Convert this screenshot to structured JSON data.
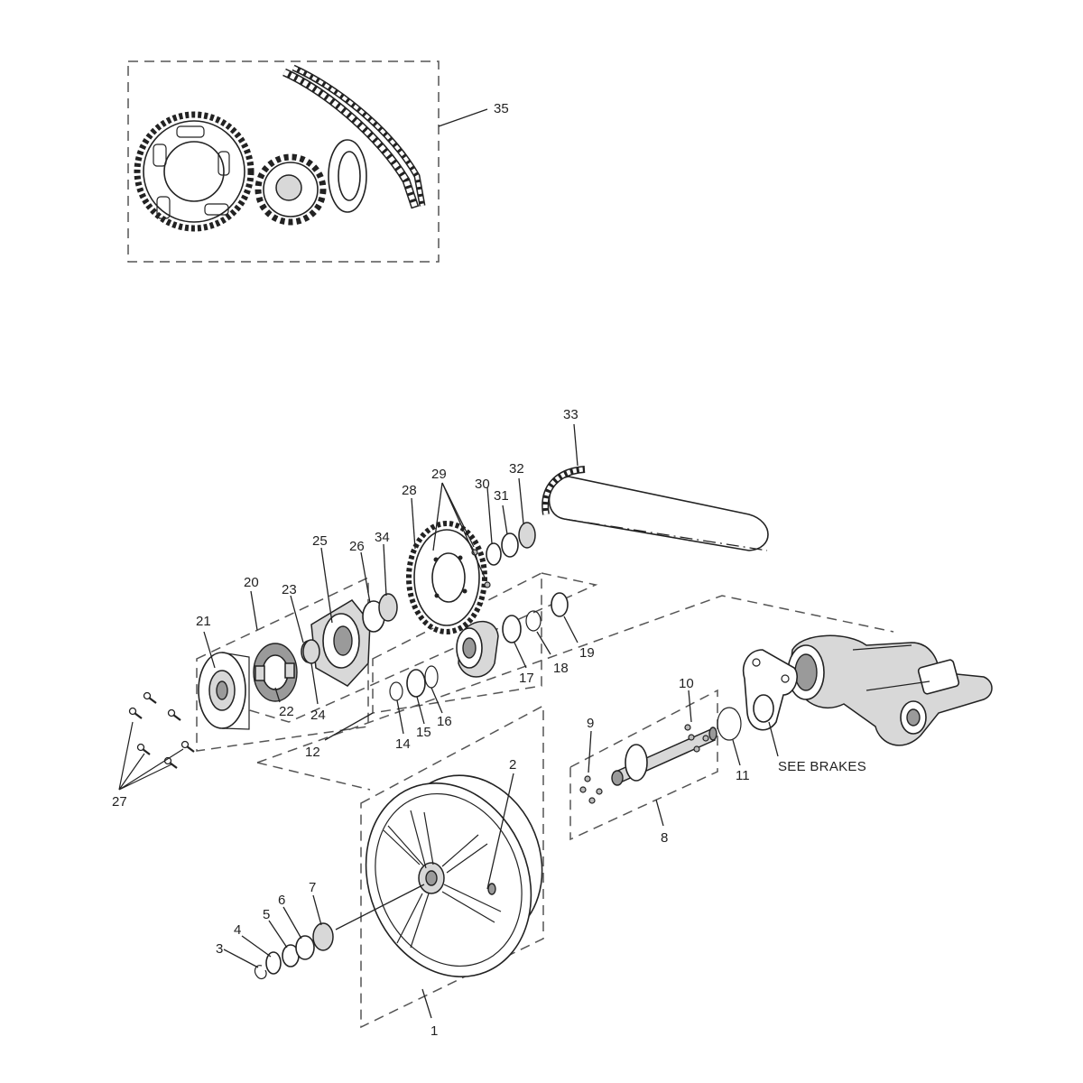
{
  "labels": {
    "l1": "1",
    "l2": "2",
    "l3": "3",
    "l4": "4",
    "l5": "5",
    "l6": "6",
    "l7": "7",
    "l8": "8",
    "l9": "9",
    "l10": "10",
    "l11": "11",
    "l12": "12",
    "l14": "14",
    "l15": "15",
    "l16": "16",
    "l17": "17",
    "l18": "18",
    "l19": "19",
    "l20": "20",
    "l21": "21",
    "l22": "22",
    "l23": "23",
    "l24": "24",
    "l25": "25",
    "l26": "26",
    "l27": "27",
    "l28": "28",
    "l29": "29",
    "l30": "30",
    "l31": "31",
    "l32": "32",
    "l33": "33",
    "l34": "34",
    "l35": "35"
  },
  "notes": {
    "see_brakes": "SEE BRAKES"
  }
}
